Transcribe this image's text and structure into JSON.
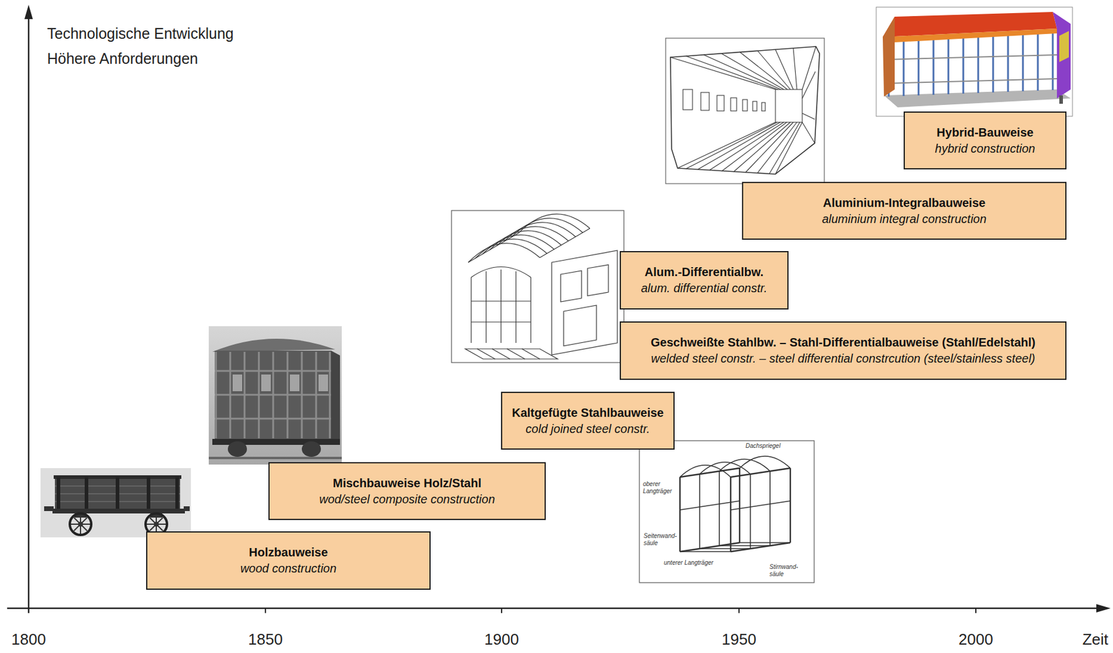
{
  "diagram": {
    "nodes": [
      {
        "text": [
          "Holzbauweise",
          "wood construction"
        ]
      },
      {
        "text": [
          "Mischbauweise Holz/Stahl",
          "wod/steel composite construction"
        ]
      },
      {
        "text": [
          "Kaltgefügte Stahlbauweise",
          "cold joined steel constr."
        ]
      },
      {
        "text": [
          "Geschweißte Stahlbw. – Stahl-Differentialbauweise (Stahl/Edelstahl)",
          "welded steel constr. – steel differential constrcution (steel/stainless steel)"
        ]
      },
      {
        "text": [
          "Alum.-Differentialbw.",
          "alum. differential constr."
        ]
      },
      {
        "text": [
          "Aluminium-Integralbauweise",
          "aluminium integral construction"
        ]
      },
      {
        "text": [
          "Hybrid-Bauweise",
          "hybrid construction"
        ]
      }
    ],
    "labels": [
      "Technologische Entwicklung",
      "Höhere Anforderungen",
      "1800",
      "1850",
      "1900",
      "1950",
      "2000",
      "Zeit",
      "Dachspriegel",
      "oberer Langträger",
      "Seitenwand- säule",
      "unterer Langträger",
      "Stirnwand- säule"
    ]
  }
}
